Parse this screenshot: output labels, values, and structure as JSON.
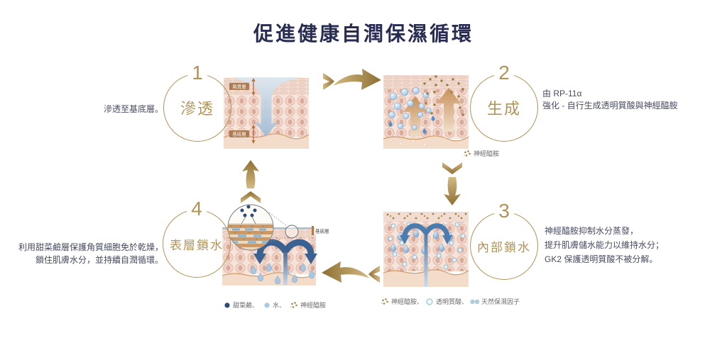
{
  "title": "促進健康自潤保濕循環",
  "steps": [
    {
      "number": "1",
      "label": "滲透",
      "text_lines": [
        "滲透至基底層。"
      ]
    },
    {
      "number": "2",
      "label": "生成",
      "text_lines": [
        "由 RP-11α",
        "強化 - 自行生成透明質酸與神經醯胺"
      ]
    },
    {
      "number": "3",
      "label": "內部鎖水",
      "text_lines": [
        "神經醯胺抑制水分蒸發，",
        "提升肌膚儲水能力以維持水分；",
        "GK2 保護透明質酸不被分解。"
      ]
    },
    {
      "number": "4",
      "label": "表層鎖水",
      "text_lines": [
        "利用甜菜鹼層保護角質細胞免於乾燥，",
        "鎖住肌膚水分，並持續自潤循環。"
      ]
    }
  ],
  "skin_labels": {
    "panel1_top": "角質層",
    "panel1_bottom": "基底層",
    "panel4": "基底層"
  },
  "legends": {
    "panel2": [
      {
        "icon": "ceramide-dots-icon",
        "label": "神經醯胺"
      }
    ],
    "panel3": [
      {
        "icon": "ceramide-dots-icon",
        "label": "神經醯胺、"
      },
      {
        "icon": "hyaluronic-circle-icon",
        "label": "透明質酸、"
      },
      {
        "icon": "nmf-dots-icon",
        "label": "天然保濕因子"
      }
    ],
    "panel4": [
      {
        "icon": "betaine-dot-icon",
        "label": "甜菜鹼、"
      },
      {
        "icon": "water-dot-icon",
        "label": "水、"
      },
      {
        "icon": "ceramide-dots-icon",
        "label": "神經醯胺"
      }
    ]
  },
  "colors": {
    "title": "#282c52",
    "gold": "#b29357",
    "text": "#474b61",
    "legend_text": "#6b6b6b"
  }
}
